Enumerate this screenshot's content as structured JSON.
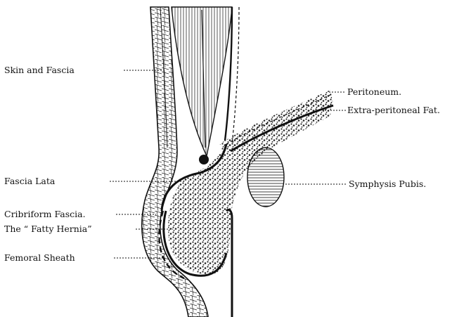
{
  "labels": {
    "skin_and_fascia": "Skin and Fascia",
    "peritoneum": "Peritoneum.",
    "extra_peritoneal_fat": "Extra-peritoneal Fat.",
    "fascia_lata": "Fascia Lata",
    "symphysis_pubis": "Symphysis Pubis.",
    "cribriform_fascia": "Cribriform Fascia.",
    "fatty_hernia": "The “ Fatty Hernia”",
    "femoral_sheath": "Femoral Sheath"
  },
  "colors": {
    "ink": "#111111",
    "paper": "#ffffff"
  }
}
